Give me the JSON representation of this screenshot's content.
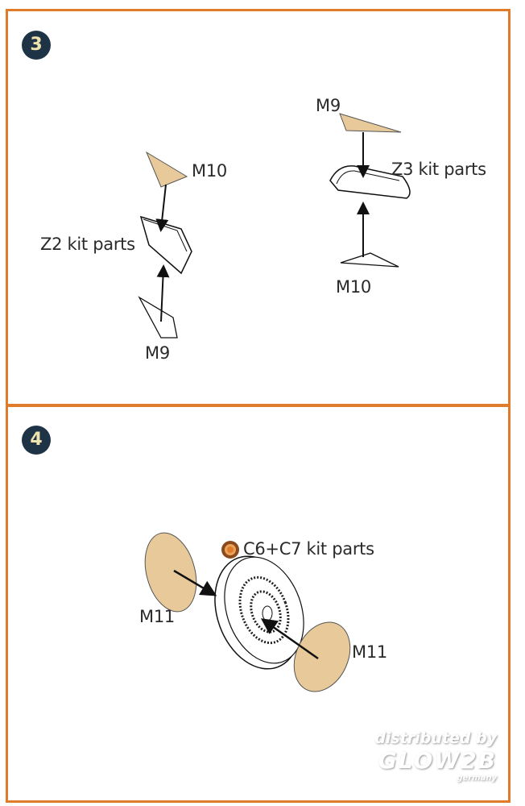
{
  "steps": [
    {
      "number": "3",
      "labels": {
        "m10_left": "M10",
        "z2": "Z2 kit parts",
        "m9_left": "M9",
        "m9_right": "M9",
        "z3": "Z3 kit parts",
        "m10_right": "M10"
      }
    },
    {
      "number": "4",
      "labels": {
        "kit_parts": "C6+C7 kit parts",
        "m11_left": "M11",
        "m11_right": "M11"
      }
    }
  ],
  "watermark": {
    "line1": "distributed by",
    "line2": "GLOW2B",
    "line3": "germany"
  },
  "colors": {
    "frame": "#e07b2a",
    "badge": "#1f3347",
    "part": "#e8c99a"
  }
}
